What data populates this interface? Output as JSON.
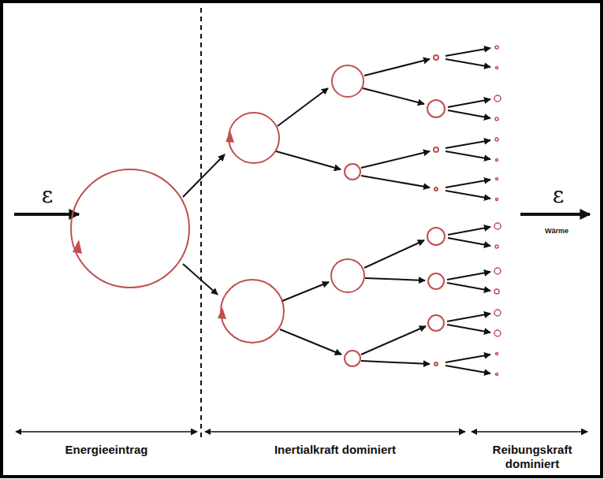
{
  "diagram": {
    "labels": [
      "ε",
      "ε",
      "Wärme",
      "Energieeintrag",
      "Inertialkraft dominiert",
      "Reibungskraft dominiert"
    ]
  }
}
